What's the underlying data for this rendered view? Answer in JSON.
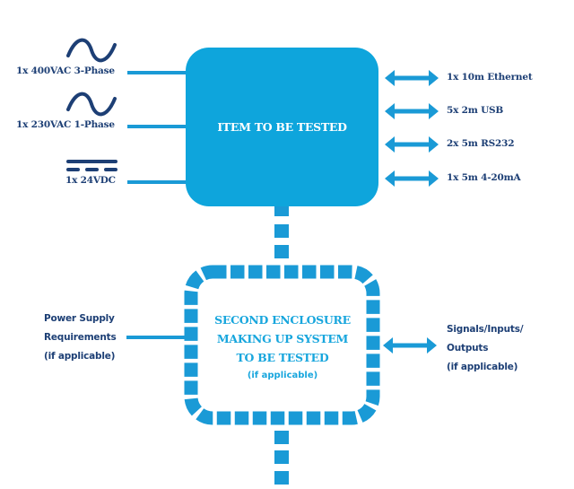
{
  "colors": {
    "primary_blue": "#0ea5dc",
    "connector_blue": "#1a9ad6",
    "label_navy": "#1d3f75",
    "enclosure_text": "#18a6dd"
  },
  "main_box": {
    "title": "ITEM TO BE TESTED"
  },
  "power_inputs": [
    {
      "label": "1x 400VAC 3-Phase",
      "icon": "ac-sine-wave-icon"
    },
    {
      "label": "1x 230VAC 1-Phase",
      "icon": "ac-sine-wave-icon"
    },
    {
      "label": "1x 24VDC",
      "icon": "dc-symbol-icon"
    }
  ],
  "signal_connections": [
    {
      "label": "1x 10m Ethernet",
      "icon": "double-arrow-icon"
    },
    {
      "label": "5x 2m USB",
      "icon": "double-arrow-icon"
    },
    {
      "label": "2x 5m RS232",
      "icon": "double-arrow-icon"
    },
    {
      "label": "1x 5m 4-20mA",
      "icon": "double-arrow-icon"
    }
  ],
  "second_enclosure": {
    "lines": [
      "SECOND ENCLOSURE",
      "MAKING UP SYSTEM",
      "TO BE TESTED"
    ],
    "note": "(if applicable)"
  },
  "enclosure_power": {
    "lines": [
      "Power Supply",
      "Requirements",
      "(if applicable)"
    ]
  },
  "enclosure_signals": {
    "lines": [
      "Signals/Inputs/",
      "Outputs",
      "(if applicable)"
    ],
    "icon": "double-arrow-icon"
  }
}
